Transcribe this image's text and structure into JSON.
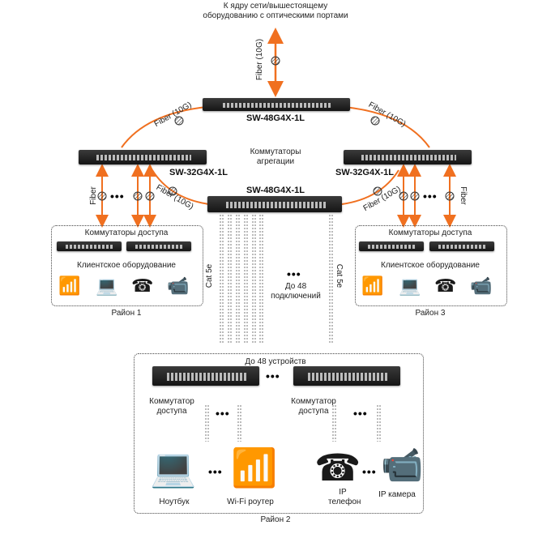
{
  "colors": {
    "fiber": "#f07020",
    "switch": "#1e1e1e",
    "text": "#222222",
    "border": "#444444"
  },
  "top_label": "К ядру сети/вышестоящему оборудованию с оптическими портами",
  "uplink_fiber_label": "Fiber (10G)",
  "switches": {
    "core_top": {
      "model": "SW-48G4X-1L"
    },
    "agg_left": {
      "model": "SW-32G4X-1L"
    },
    "agg_right": {
      "model": "SW-32G4X-1L"
    },
    "core_bottom": {
      "model": "SW-48G4X-1L"
    }
  },
  "ring_links": {
    "top_left": "Fiber (10G)",
    "top_right": "Fiber (10G)",
    "bottom_left": "Fiber (10G)",
    "bottom_right": "Fiber (10G)"
  },
  "aggregation_label": "Коммутаторы агрегации",
  "district_fiber_label": "Fiber",
  "ellipsis": "•••",
  "districts": {
    "d1": {
      "name": "Район 1",
      "switches_label": "Коммутаторы доступа",
      "clients_label": "Клиентское оборудование",
      "devices": [
        "wifi-router",
        "laptop",
        "ip-phone",
        "ip-camera"
      ]
    },
    "d3": {
      "name": "Район 3",
      "switches_label": "Коммутаторы доступа",
      "clients_label": "Клиентское оборудование",
      "devices": [
        "wifi-router",
        "laptop",
        "ip-phone",
        "ip-camera"
      ]
    },
    "d2": {
      "name": "Район 2",
      "devices_count_label": "До 48 устройств",
      "switch_left_label": "Коммутатор доступа",
      "switch_right_label": "Коммутатор доступа",
      "devices": [
        {
          "icon": "laptop",
          "label": "Ноутбук"
        },
        {
          "icon": "wifi-router",
          "label": "Wi-Fi роутер"
        },
        {
          "icon": "ip-phone",
          "label": "IP телефон"
        },
        {
          "icon": "ip-camera",
          "label": "IP камера"
        }
      ]
    }
  },
  "copper": {
    "cable_label": "Cat 5e",
    "connections_label": "До 48 подключений"
  }
}
